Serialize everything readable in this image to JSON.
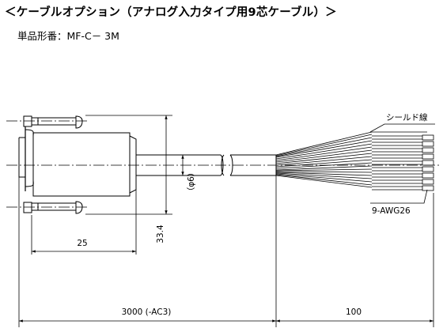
{
  "header": {
    "title": "＜ケーブルオプション（アナログ入力タイプ用9芯ケーブル）＞",
    "model_line": "単品形番：MF-C－ 3M"
  },
  "drawing": {
    "label_shield_wire": "シールド線",
    "label_awg": "9-AWG26",
    "label_diameter": "（φ6）",
    "dim_connector_width": "25",
    "dim_connector_height": "33.4",
    "dim_cable_length": "3000 (-AC3)",
    "dim_lead_length": "100",
    "line_color": "#000000"
  }
}
